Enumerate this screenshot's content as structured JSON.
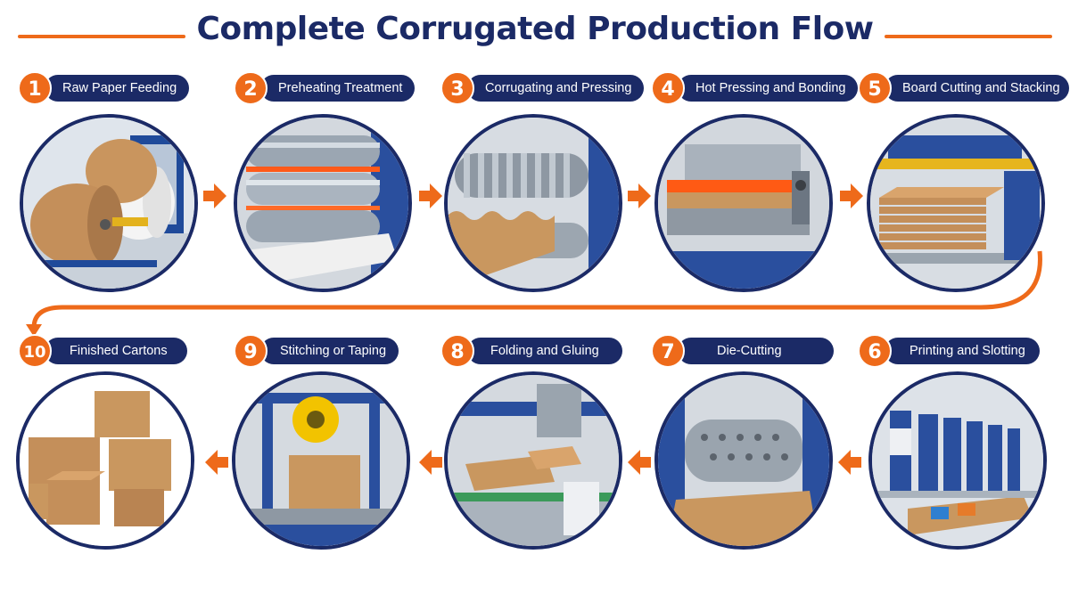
{
  "title": "Complete Corrugated Production Flow",
  "steps": [
    {
      "num": "1",
      "label": "Raw Paper Feeding"
    },
    {
      "num": "2",
      "label": "Preheating Treatment"
    },
    {
      "num": "3",
      "label": "Corrugating and Pressing"
    },
    {
      "num": "4",
      "label": "Hot Pressing and Bonding"
    },
    {
      "num": "5",
      "label": "Board Cutting and Stacking"
    },
    {
      "num": "6",
      "label": "Printing and Slotting"
    },
    {
      "num": "7",
      "label": "Die-Cutting"
    },
    {
      "num": "8",
      "label": "Folding and Gluing"
    },
    {
      "num": "9",
      "label": "Stitching or Taping"
    },
    {
      "num": "10",
      "label": "Finished Cartons"
    }
  ],
  "colors": {
    "accent": "#ee6a1a",
    "navy": "#1b2a66"
  },
  "icons": [
    "right-arrow-icon",
    "left-arrow-icon"
  ]
}
